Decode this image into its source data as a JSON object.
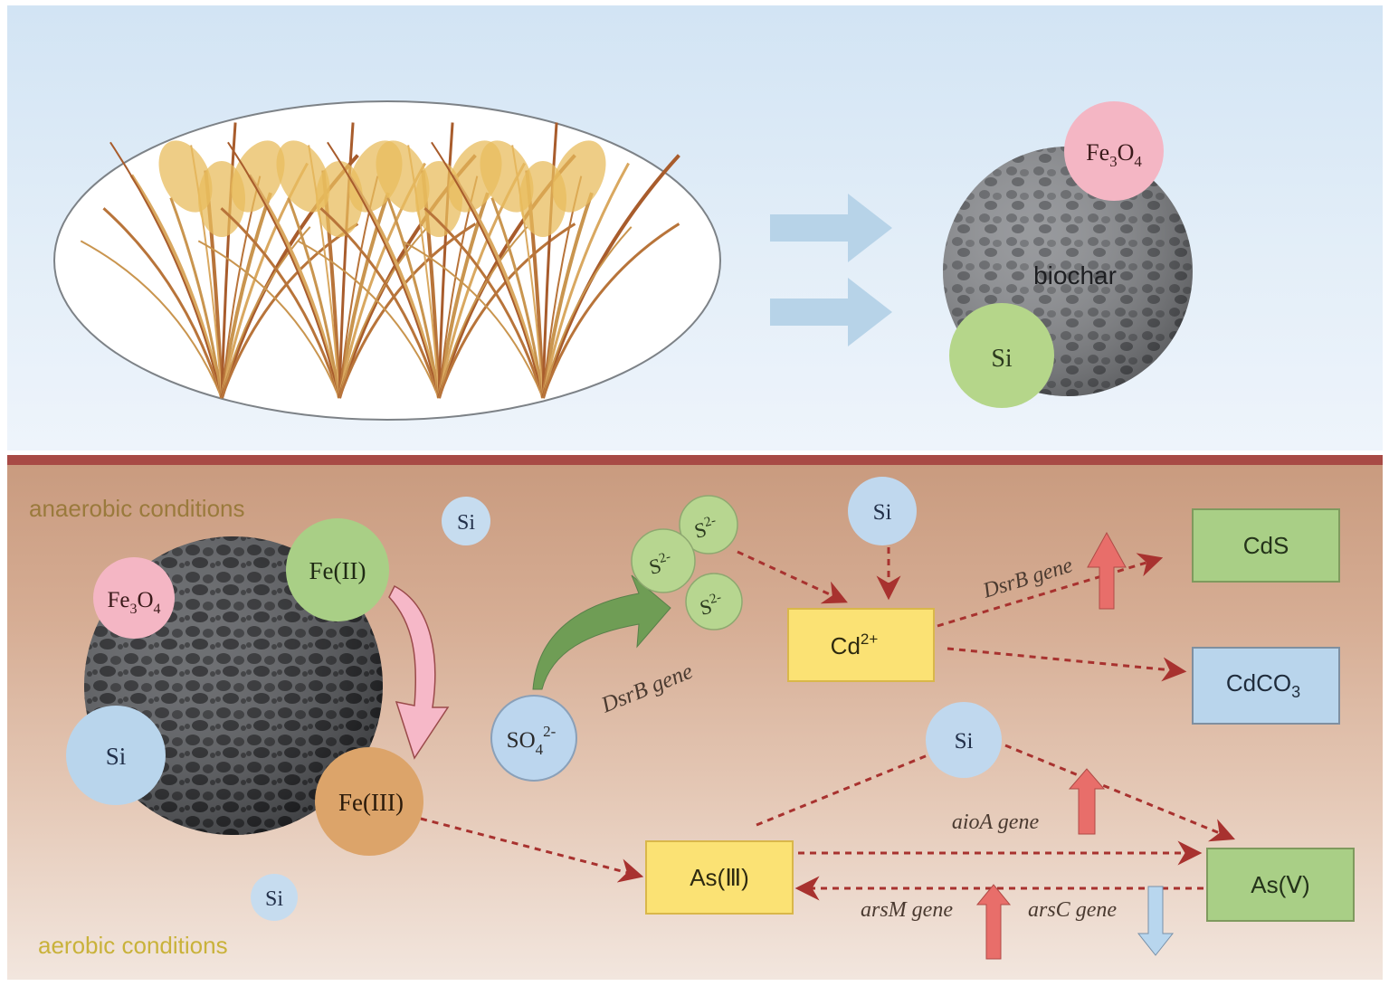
{
  "top": {
    "feedstock_label": "rice straw",
    "biochar": {
      "label": "biochar",
      "fe3o4": {
        "base": "Fe",
        "sub1": "3",
        "mid": "O",
        "sub2": "4"
      },
      "si": "Si"
    }
  },
  "bottom": {
    "conditions": {
      "anaerobic": "anaerobic conditions",
      "aerobic": "aerobic conditions"
    },
    "biochar_cluster": {
      "fe3o4": {
        "base": "Fe",
        "sub1": "3",
        "mid": "O",
        "sub2": "4"
      },
      "fe2": "Fe(II)",
      "fe3": "Fe(III)",
      "si": "Si"
    },
    "free_si": [
      "Si",
      "Si"
    ],
    "sulfate": {
      "base": "SO",
      "sub": "4",
      "sup": "2-"
    },
    "sulfide": [
      {
        "base": "S",
        "sup": "2-"
      },
      {
        "base": "S",
        "sup": "2-"
      },
      {
        "base": "S",
        "sup": "2-"
      }
    ],
    "genes": {
      "dsrb_reduction": "DsrB gene",
      "dsrb_cds": "DsrB gene",
      "aioa": "aioA gene",
      "arsm": "arsM gene",
      "arsc": "arsC gene"
    },
    "cadmium": {
      "si": "Si",
      "cd": {
        "base": "Cd",
        "sup": "2+"
      },
      "cds": "CdS",
      "cdco3": {
        "base": "CdCO",
        "sub": "3"
      }
    },
    "arsenic": {
      "si": "Si",
      "as3": "As(Ⅲ)",
      "as5": "As(Ⅴ)"
    },
    "regulation": {
      "dsrb_cds": "up",
      "aioa": "up",
      "arsm": "up",
      "arsc": "down"
    }
  },
  "colors": {
    "divider": "#a84a45",
    "dashed_arrow": "#a8322f",
    "up_arrow": "#e86e6a",
    "down_arrow": "#b8d6ee",
    "green_circle": "#a9cf86",
    "pink_circle": "#f4b6c4",
    "blue_circle": "#b9d5ec",
    "orange_circle": "#dca46a",
    "yellow_box": "#fbe274",
    "green_box": "#a9cf86",
    "blue_box": "#b9d5ec",
    "condition_anaerobic": "#9a7a3c",
    "condition_aerobic": "#c9b23a"
  }
}
